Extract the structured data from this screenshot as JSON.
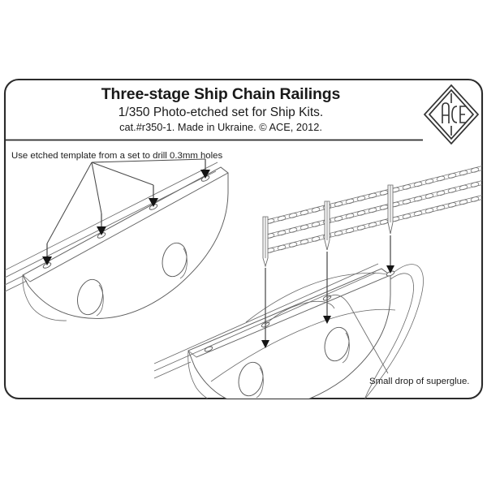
{
  "sheet": {
    "background_color": "#ffffff",
    "frame_color": "#2b2b2b",
    "line_color": "#5c5c5c"
  },
  "header": {
    "title": "Three-stage Ship Chain Railings",
    "subtitle": "1/350 Photo-etched set for Ship Kits.",
    "catalog_line": "cat.#r350-1. Made in Ukraine. © ACE, 2012.",
    "logo_name": "ACE",
    "logo_shape": "diamond"
  },
  "instructions": {
    "step1_note": "Use etched template from a set to drill 0.3mm holes",
    "step2_note": "Small drop of superglue."
  },
  "diagram_left": {
    "name": "drill-holes-diagram",
    "hole_count": 4,
    "porthole_count": 2,
    "arrow_count": 4,
    "deck_line_count": 4
  },
  "diagram_right": {
    "name": "railing-attach-diagram",
    "railing_stages": 3,
    "stanchion_count": 3,
    "hole_count": 4,
    "porthole_count": 2,
    "arrow_count": 3,
    "glue_callout": true
  }
}
